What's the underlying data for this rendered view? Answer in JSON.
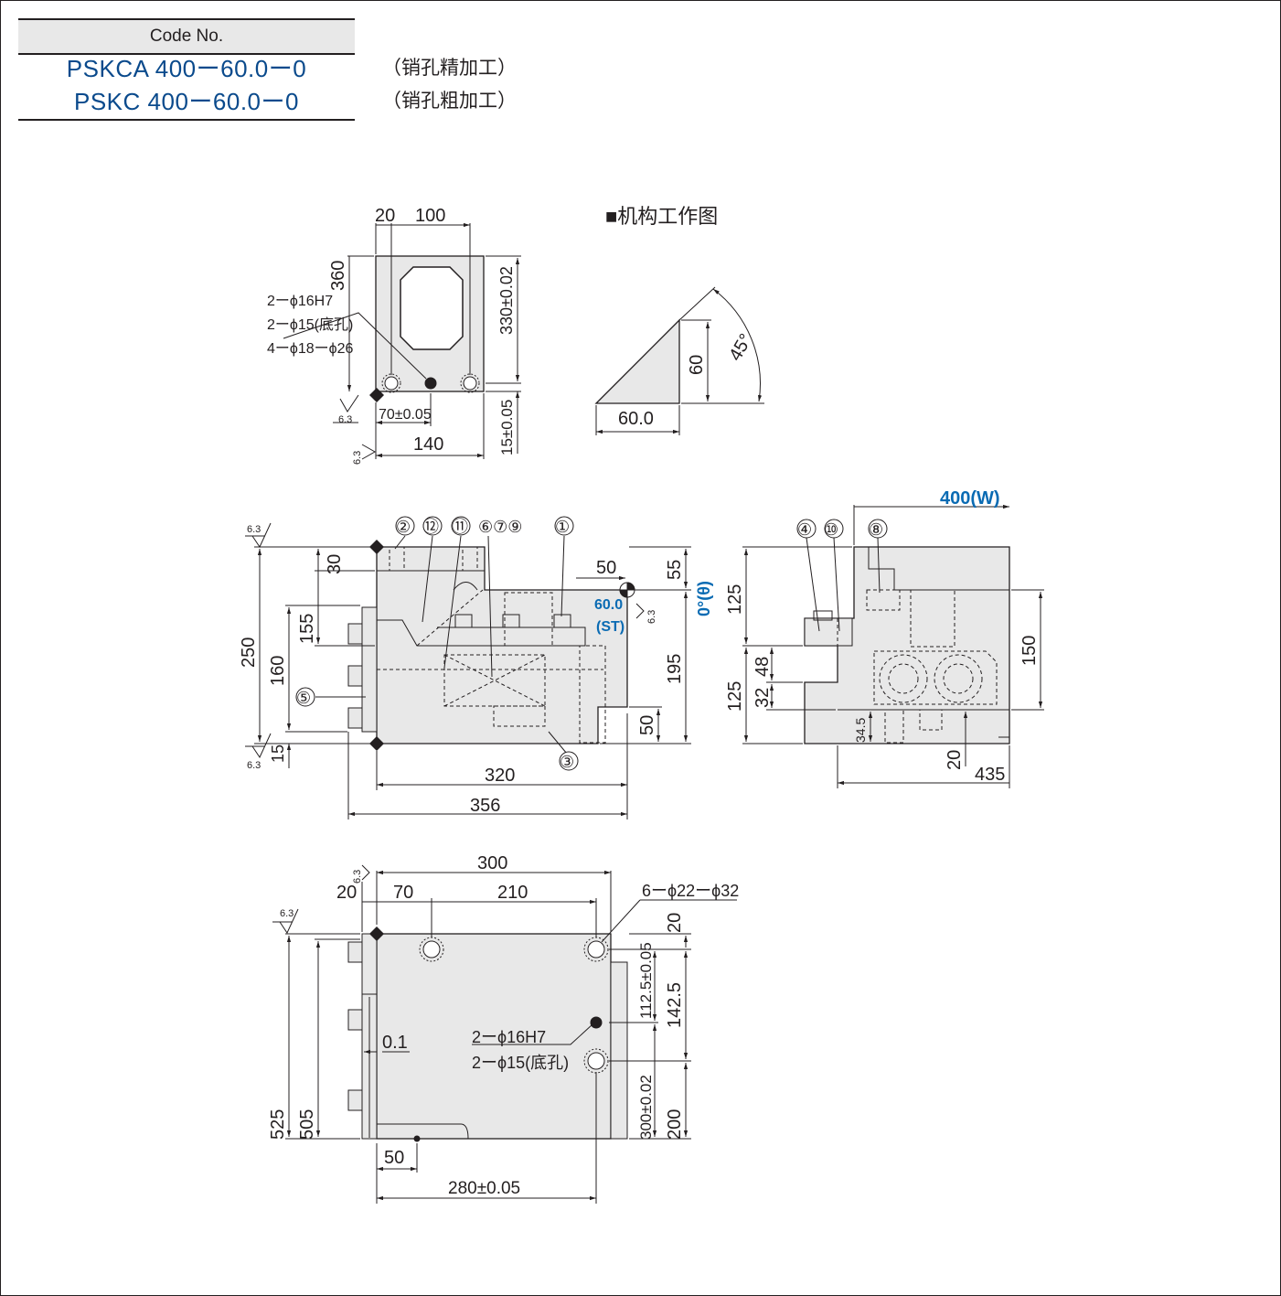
{
  "header": {
    "code_label": "Code No.",
    "rows": [
      {
        "code": "PSKCA 400ー60.0ー0",
        "note": "（销孔精加工）"
      },
      {
        "code": "PSKC 400ー60.0ー0",
        "note": "（销孔粗加工）"
      }
    ]
  },
  "mechanism_title": "■机构工作图",
  "top_view": {
    "dim_20": "20",
    "dim_100": "100",
    "dim_360": "360",
    "dim_330": "330±0.02",
    "dim_70": "70±0.05",
    "dim_140": "140",
    "dim_15": "15±0.05",
    "callout_1": "2ーϕ16H7",
    "callout_2": "2ーϕ15(底孔)",
    "callout_3": "4ーϕ18ーϕ26",
    "rough_1": "6.3",
    "rough_2": "6.3"
  },
  "cam_view": {
    "dim_60": "60",
    "dim_60_0": "60.0",
    "angle": "45°"
  },
  "front_view": {
    "balloons": [
      "②",
      "⑫",
      "⑪",
      "⑥⑦⑨",
      "①",
      "⑤",
      "③"
    ],
    "dim_30": "30",
    "dim_155": "155",
    "dim_250": "250",
    "dim_160": "160",
    "dim_15": "15",
    "dim_50_top": "50",
    "dim_55": "55",
    "dim_195": "195",
    "dim_50_right": "50",
    "dim_320": "320",
    "dim_356": "356",
    "st_value": "60.0",
    "st_label": "(ST)",
    "angle_label": "0°(θ)",
    "rough_a": "6.3",
    "rough_b": "6.3",
    "rough_c": "6.3"
  },
  "side_view": {
    "width_label": "400(W)",
    "balloons": [
      "④",
      "⑩",
      "⑧"
    ],
    "dim_125_top": "125",
    "dim_125_bottom": "125",
    "dim_48": "48",
    "dim_32": "32",
    "dim_150": "150",
    "dim_34_5": "34.5",
    "dim_20": "20",
    "dim_435": "435"
  },
  "bottom_view": {
    "dim_300": "300",
    "dim_20": "20",
    "dim_70": "70",
    "dim_210": "210",
    "callout_holes": "6ーϕ22ーϕ32",
    "dim_20_right": "20",
    "dim_112_5": "112.5±0.05",
    "dim_142_5": "142.5",
    "dim_0_1": "0.1",
    "callout_pin_1": "2ーϕ16H7",
    "callout_pin_2": "2ーϕ15(底孔)",
    "dim_525": "525",
    "dim_505": "505",
    "dim_300_v": "300±0.02",
    "dim_200": "200",
    "dim_50": "50",
    "dim_280": "280±0.05",
    "rough_a": "6.3",
    "rough_b": "6.3"
  }
}
